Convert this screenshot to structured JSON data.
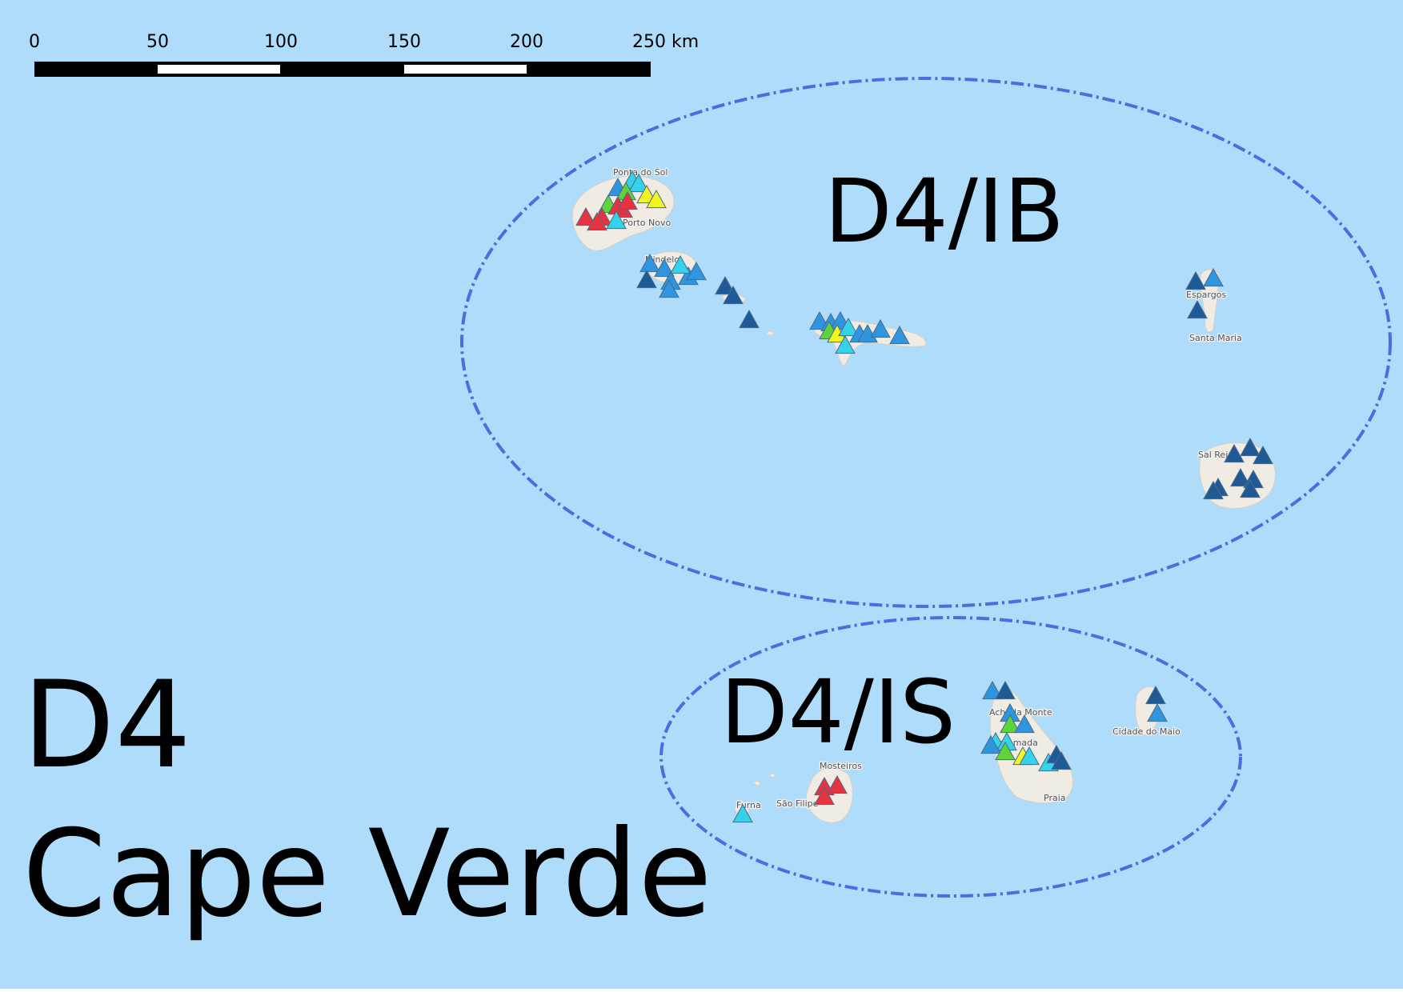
{
  "title": {
    "line1": "D4",
    "line2": "Cape Verde"
  },
  "scale_bar": {
    "ticks": [
      "0",
      "50",
      "100",
      "150",
      "200",
      "250 km"
    ]
  },
  "regions": [
    {
      "id": "ib",
      "label": "D4/IB",
      "stroke_color": "#4b6de0"
    },
    {
      "id": "is",
      "label": "D4/IS",
      "stroke_color": "#4b6de0"
    }
  ],
  "places": [
    "Ponta do Sol",
    "Porto Novo",
    "Mindelo",
    "Espargos",
    "Santa Maria",
    "Sal Rei",
    "Achada Monte",
    "Assomada",
    "Praia",
    "Cidade do Maio",
    "Mosteiros",
    "São Filipe",
    "Furna"
  ],
  "marker_colors": {
    "red": "#e8323f",
    "green": "#5fd33a",
    "yellow": "#f2f51f",
    "cyan": "#36d2ec",
    "blue": "#2f95de",
    "darkblue": "#1f5a96"
  },
  "icons": {
    "marker": "triangle-marker-icon",
    "island": "island-shape-icon"
  }
}
